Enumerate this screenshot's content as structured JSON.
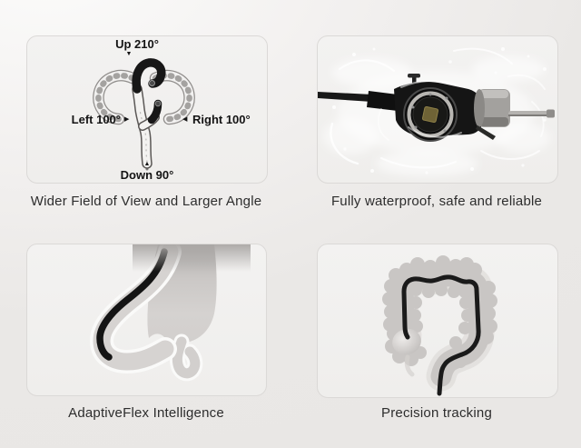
{
  "features": [
    {
      "id": "bending-angles",
      "caption": "Wider Field of View and Larger Angle",
      "angle_labels": {
        "up": {
          "text": "Up 210°",
          "marker": "▼"
        },
        "left": {
          "text": "Left 100°",
          "marker": "▶"
        },
        "right": {
          "text": "Right 100°",
          "marker": "◀"
        },
        "down": {
          "text": "Down 90°",
          "marker": "▲"
        }
      }
    },
    {
      "id": "waterproof",
      "caption": "Fully waterproof, safe and reliable"
    },
    {
      "id": "adaptiveflex",
      "caption": "AdaptiveFlex Intelligence"
    },
    {
      "id": "precision-tracking",
      "caption": "Precision tracking"
    }
  ],
  "colors": {
    "card_background": "#f2f1f0",
    "card_border": "#dbd9d7",
    "scope_black": "#171717",
    "organ_gray": "#d3d0ce",
    "caption_text": "#2d2d2d",
    "label_text": "#141414"
  }
}
